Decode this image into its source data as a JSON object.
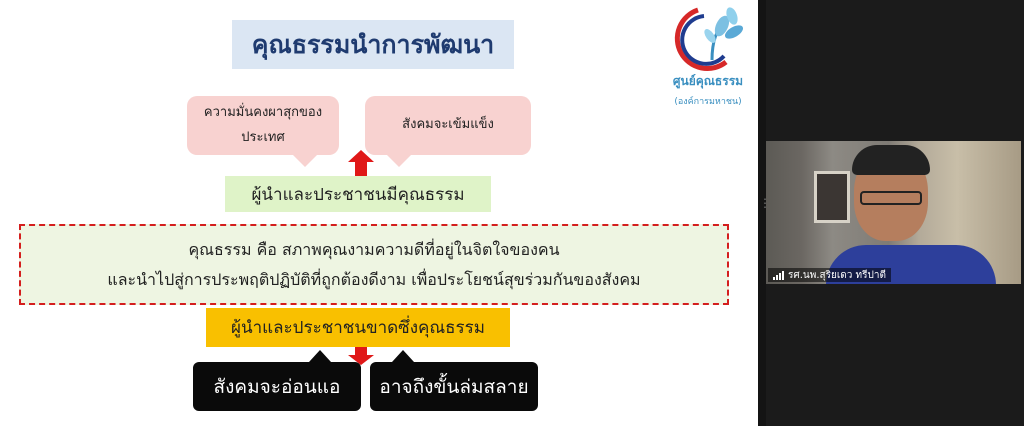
{
  "slide": {
    "title": "คุณธรรมนำการพัฒนา",
    "logo": {
      "name": "ศูนย์คุณธรรม",
      "sub": "(องค์การมหาชน)"
    },
    "bubbles": [
      {
        "line1": "ความมั่นคงผาสุกของ",
        "line2": "ประเทศ"
      },
      {
        "line1": "สังคมจะเข้มแข็ง"
      }
    ],
    "with_morality": "ผู้นำและประชาชนมีคุณธรรม",
    "definition": [
      "คุณธรรม คือ สภาพคุณงามความดีที่อยู่ในจิตใจของคน",
      "และนำไปสู่การประพฤติปฏิบัติที่ถูกต้องดีงาม เพื่อประโยชน์สุขร่วมกันของสังคม"
    ],
    "without_morality": "ผู้นำและประชาชนขาดซึ่งคุณธรรม",
    "outcomes": [
      "สังคมจะอ่อนแอ",
      "อาจถึงขั้นล่มสลาย"
    ]
  },
  "participant": {
    "name": "รศ.นพ.สุริยเดว ทรีปาตี"
  },
  "colors": {
    "title_bg": "#dbe6f3",
    "bubble_bg": "#f8d2d0",
    "green_bg": "#dff3c8",
    "dashed_border": "#d41e1e",
    "yellow_bg": "#f9c000",
    "arrow": "#e01818",
    "logo_accent": "#3a8fc0"
  },
  "icons": [
    "logo-icon",
    "arrow-up-icon",
    "arrow-down-icon",
    "signal-icon",
    "drag-handle-icon"
  ]
}
